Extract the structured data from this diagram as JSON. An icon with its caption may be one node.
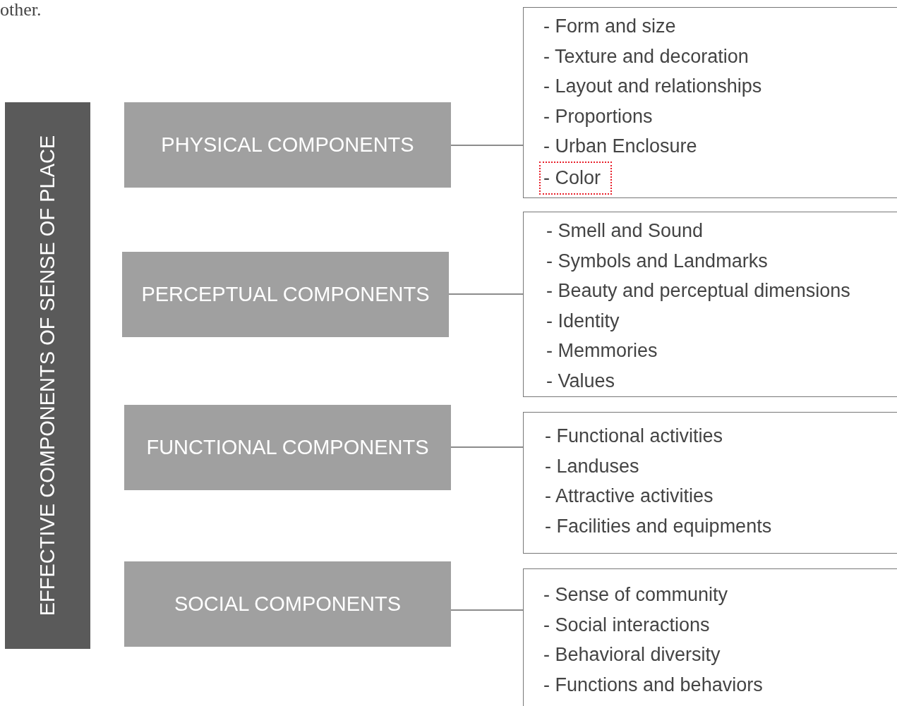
{
  "diagram": {
    "nodes": [
      {
        "text": [
          "EFFECTIVE COMPONENTS OF SENSE OF PLACE"
        ]
      },
      {
        "text": [
          "PHYSICAL COMPONENTS"
        ]
      },
      {
        "text": [
          "- Form and size",
          "- Texture and decoration",
          "- Layout and relationships",
          "- Proportions",
          "- Urban Enclosure"
        ]
      },
      {
        "text": [
          "- Color"
        ],
        "in": 2
      },
      {
        "text": [
          "PERCEPTUAL COMPONENTS"
        ]
      },
      {
        "text": [
          "- Smell and Sound",
          "- Symbols and Landmarks",
          "- Beauty and perceptual dimensions",
          "- Identity",
          "- Memmories",
          "- Values"
        ]
      },
      {
        "text": [
          "FUNCTIONAL COMPONENTS"
        ]
      },
      {
        "text": [
          "- Functional activities",
          "- Landuses",
          "- Attractive activities",
          "- Facilities and equipments"
        ]
      },
      {
        "text": [
          "SOCIAL COMPONENTS"
        ]
      },
      {
        "text": [
          "- Sense of community",
          "- Social interactions",
          "- Behavioral diversity",
          "- Functions and behaviors"
        ]
      }
    ],
    "edges": [
      {
        "from": 1,
        "to": 2,
        "arrow": "none"
      },
      {
        "from": 4,
        "to": 5,
        "arrow": "none"
      },
      {
        "from": 6,
        "to": 7,
        "arrow": "none"
      },
      {
        "from": 8,
        "to": 9,
        "arrow": "none"
      }
    ],
    "labels": [
      "other."
    ]
  }
}
